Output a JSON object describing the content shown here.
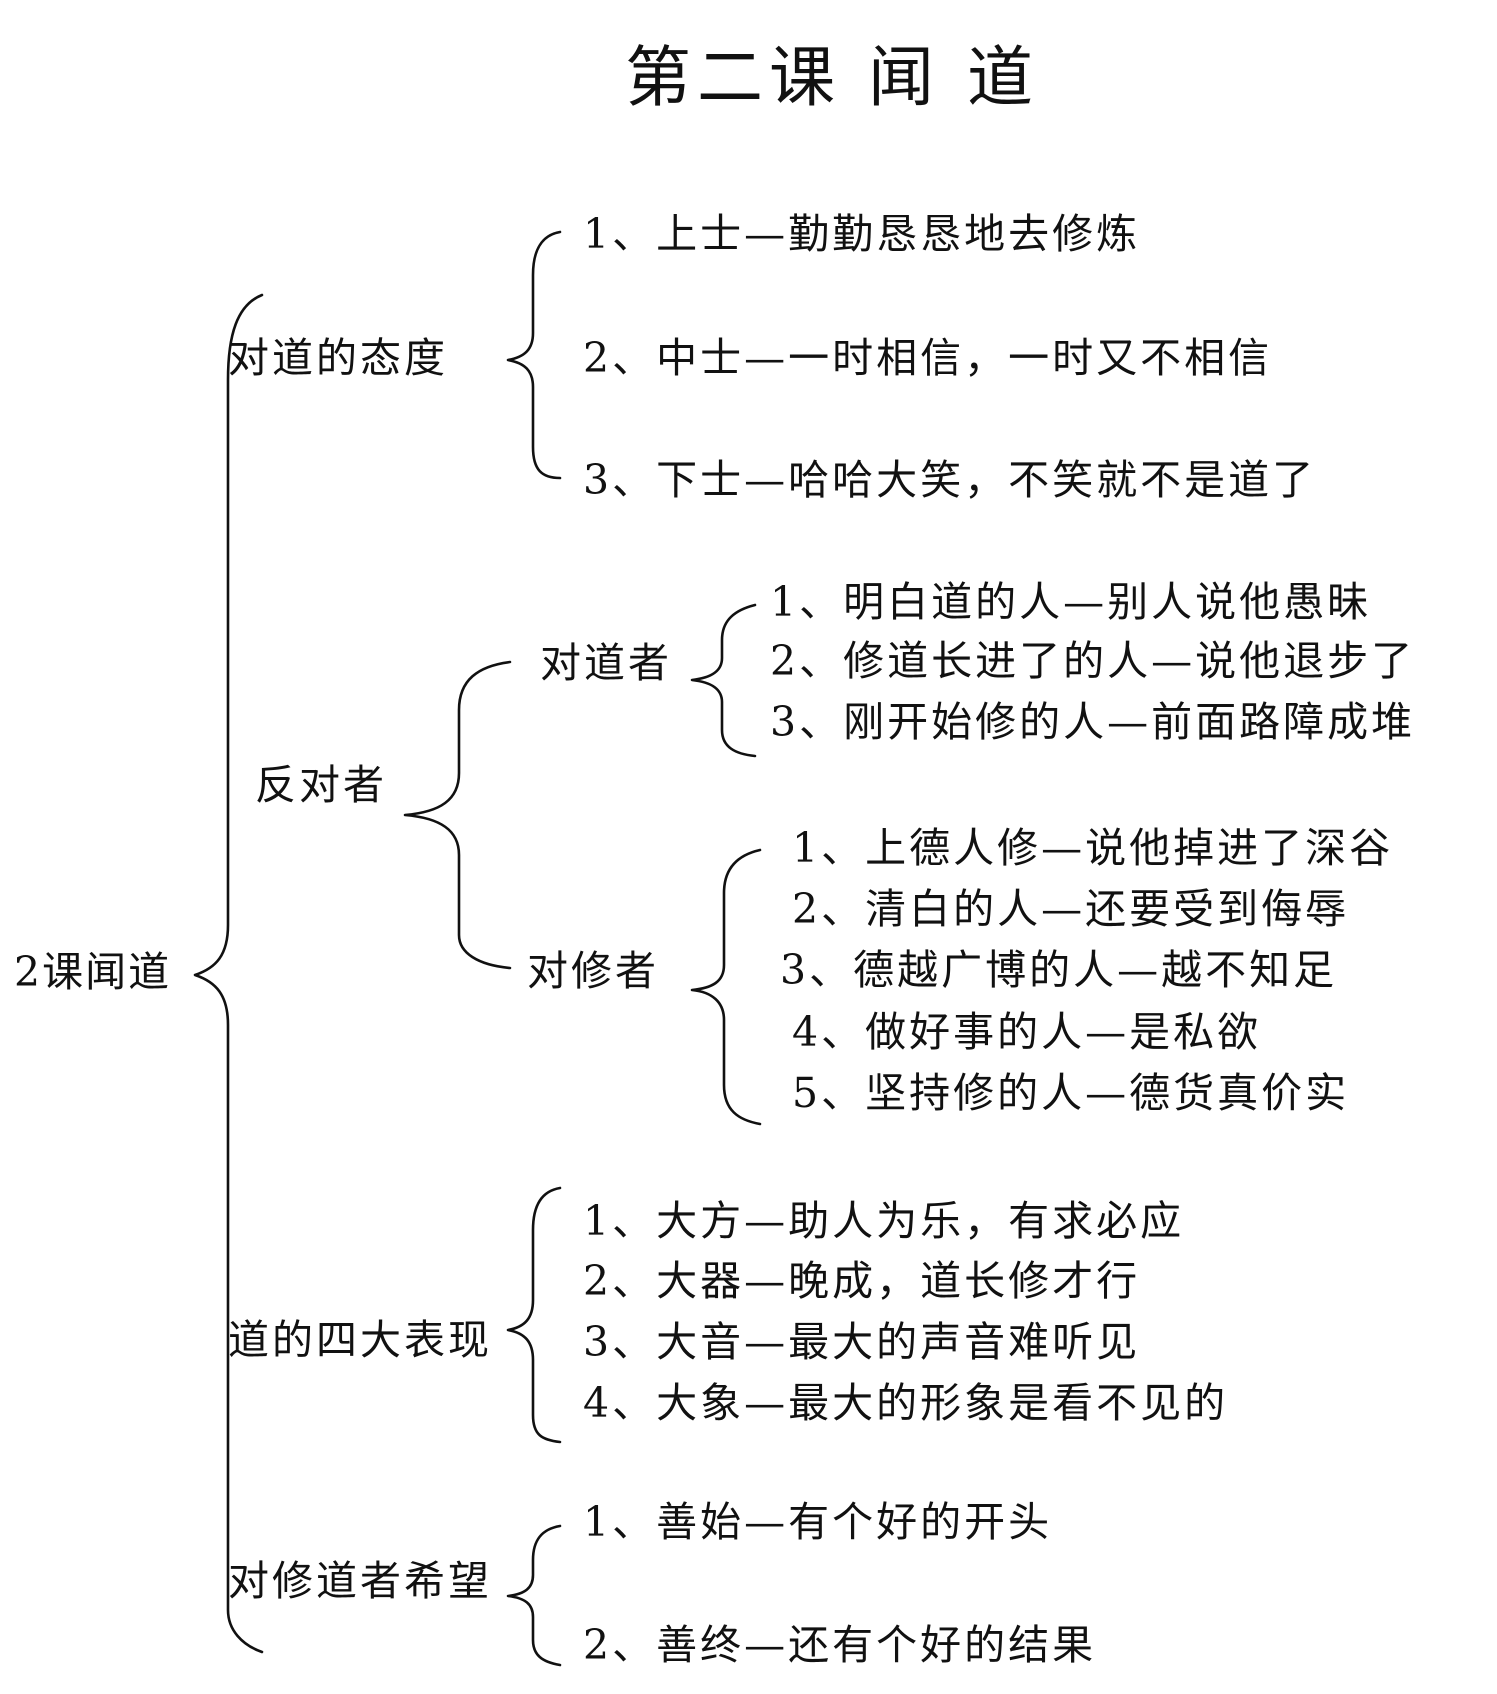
{
  "title": "第二课 闻 道",
  "root": "2课闻道",
  "branches": [
    {
      "label": "对道的态度",
      "items": [
        "1、上士—勤勤恳恳地去修炼",
        "2、中士—一时相信，一时又不相信",
        "3、下士—哈哈大笑，不笑就不是道了"
      ]
    },
    {
      "label": "反对者",
      "sub": [
        {
          "label": "对道者",
          "items": [
            "1、明白道的人—别人说他愚昧",
            "2、修道长进了的人—说他退步了",
            "3、刚开始修的人—前面路障成堆"
          ]
        },
        {
          "label": "对修者",
          "items": [
            "1、上德人修—说他掉进了深谷",
            "2、清白的人—还要受到侮辱",
            "3、德越广博的人—越不知足",
            "4、做好事的人—是私欲",
            "5、坚持修的人—德货真价实"
          ]
        }
      ]
    },
    {
      "label": "道的四大表现",
      "items": [
        "1、大方—助人为乐，有求必应",
        "2、大器—晚成，道长修才行",
        "3、大音—最大的声音难听见",
        "4、大象—最大的形象是看不见的"
      ]
    },
    {
      "label": "对修道者希望",
      "items": [
        "1、善始—有个好的开头",
        "2、善终—还有个好的结果"
      ]
    }
  ]
}
